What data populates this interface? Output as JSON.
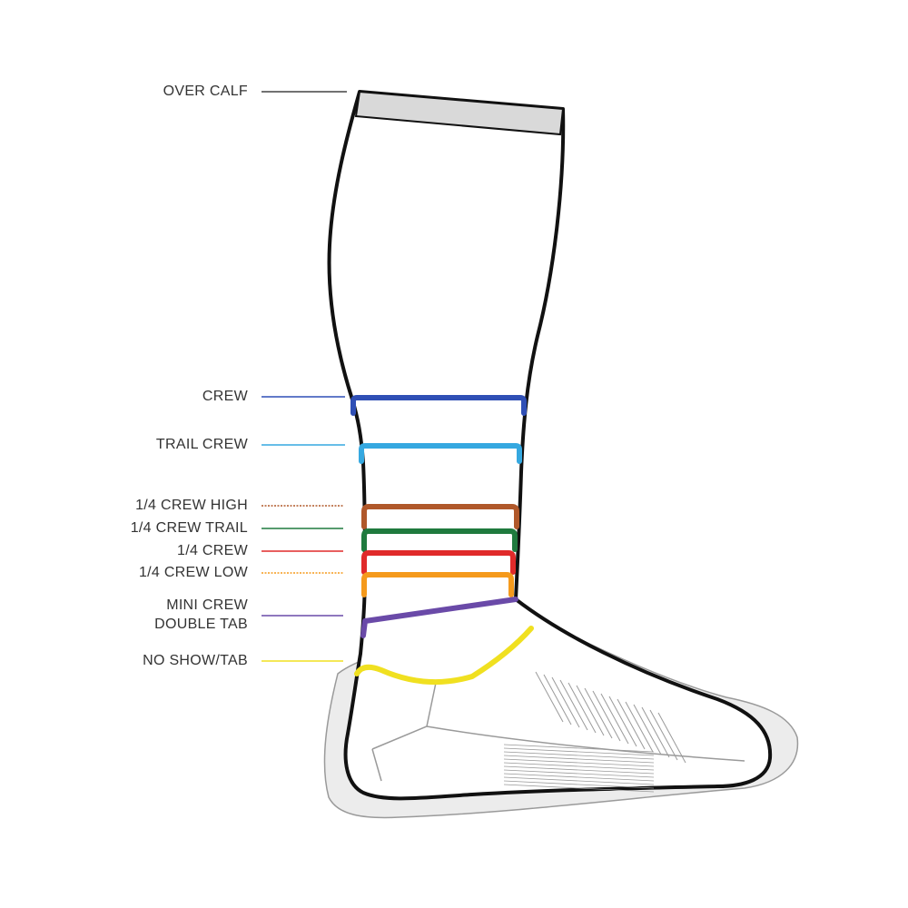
{
  "diagram": {
    "colors": {
      "outline": "#111111",
      "sock_fill": "#ffffff",
      "shoe_fill": "#ececec",
      "shoe_line": "#9a9a9a",
      "cuff": "#d9d9d9",
      "label_line": "#444444"
    },
    "labels": [
      {
        "id": "over-calf",
        "text": "OVER CALF",
        "color": "#333333"
      },
      {
        "id": "crew",
        "text": "CREW",
        "color": "#2f4fb5"
      },
      {
        "id": "trail-crew",
        "text": "TRAIL CREW",
        "color": "#35a8e0"
      },
      {
        "id": "quarter-crew-high",
        "text": "1/4 CREW HIGH",
        "color": "#b0582a"
      },
      {
        "id": "quarter-crew-trail",
        "text": "1/4 CREW TRAIL",
        "color": "#1f7a3e"
      },
      {
        "id": "quarter-crew",
        "text": "1/4 CREW",
        "color": "#e02a2a"
      },
      {
        "id": "quarter-crew-low",
        "text": "1/4 CREW LOW",
        "color": "#f59a1c"
      },
      {
        "id": "mini-crew-double-tab",
        "text": "MINI CREW",
        "text2": "DOUBLE TAB",
        "color": "#6a4aa8"
      },
      {
        "id": "no-show-tab",
        "text": "NO SHOW/TAB",
        "color": "#f0e020"
      }
    ]
  }
}
